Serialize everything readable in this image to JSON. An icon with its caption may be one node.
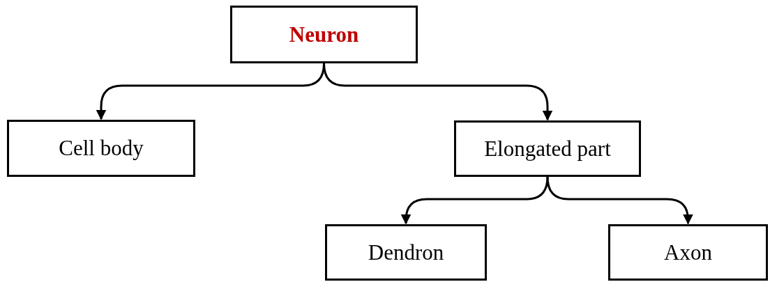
{
  "diagram": {
    "nodes": [
      {
        "text": [
          "Neuron"
        ]
      },
      {
        "text": [
          "Cell body"
        ]
      },
      {
        "text": [
          "Elongated part"
        ]
      },
      {
        "text": [
          "Dendron"
        ]
      },
      {
        "text": [
          "Axon"
        ]
      }
    ],
    "edges": [
      {
        "from": 0,
        "to": 1,
        "arrow": "to"
      },
      {
        "from": 0,
        "to": 2,
        "arrow": "to"
      },
      {
        "from": 2,
        "to": 3,
        "arrow": "to"
      },
      {
        "from": 2,
        "to": 4,
        "arrow": "to"
      }
    ]
  }
}
